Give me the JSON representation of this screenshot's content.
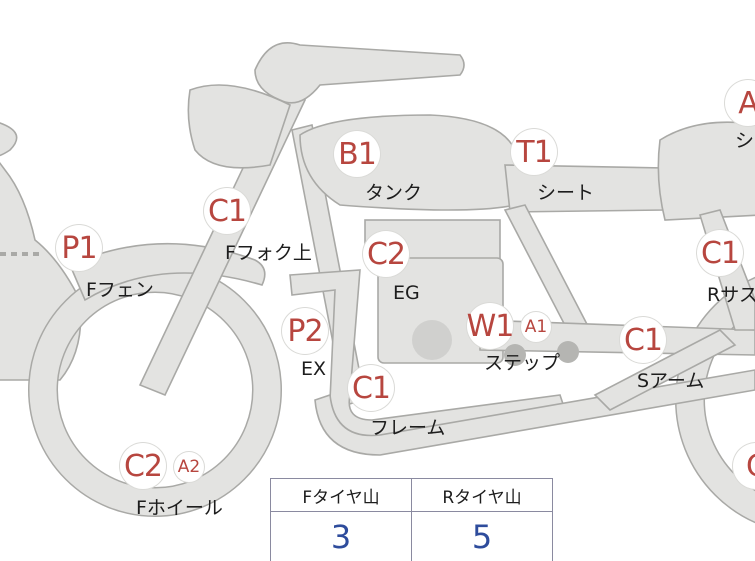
{
  "parts": [
    {
      "code": "P1",
      "label": "Fフェン"
    },
    {
      "code": "C1",
      "label": "Fフォク上"
    },
    {
      "code": "B1",
      "label": "タンク"
    },
    {
      "code": "T1",
      "label": "シート"
    },
    {
      "code": "C2",
      "label": "EG"
    },
    {
      "code": "P2",
      "label": "EX"
    },
    {
      "code": "W1",
      "label": "ステップ"
    },
    {
      "code": "A1",
      "label": ""
    },
    {
      "code": "C1",
      "label": "フレーム"
    },
    {
      "code": "C1",
      "label": "Sアーム"
    },
    {
      "code": "C2",
      "label": "Fホイール"
    },
    {
      "code": "A2",
      "label": ""
    },
    {
      "code": "C1",
      "label": "Rサス"
    },
    {
      "code": "A",
      "label": "シ"
    },
    {
      "code": "C",
      "label": ""
    }
  ],
  "tire_table": {
    "headers": [
      "Fタイヤ山",
      "Rタイヤ山"
    ],
    "values": [
      "3",
      "5"
    ]
  },
  "colors": {
    "part_fill": "#e3e3e1",
    "part_stroke": "#a9a9a6",
    "code_text": "#b7463f",
    "value_text": "#2e4c9c"
  }
}
